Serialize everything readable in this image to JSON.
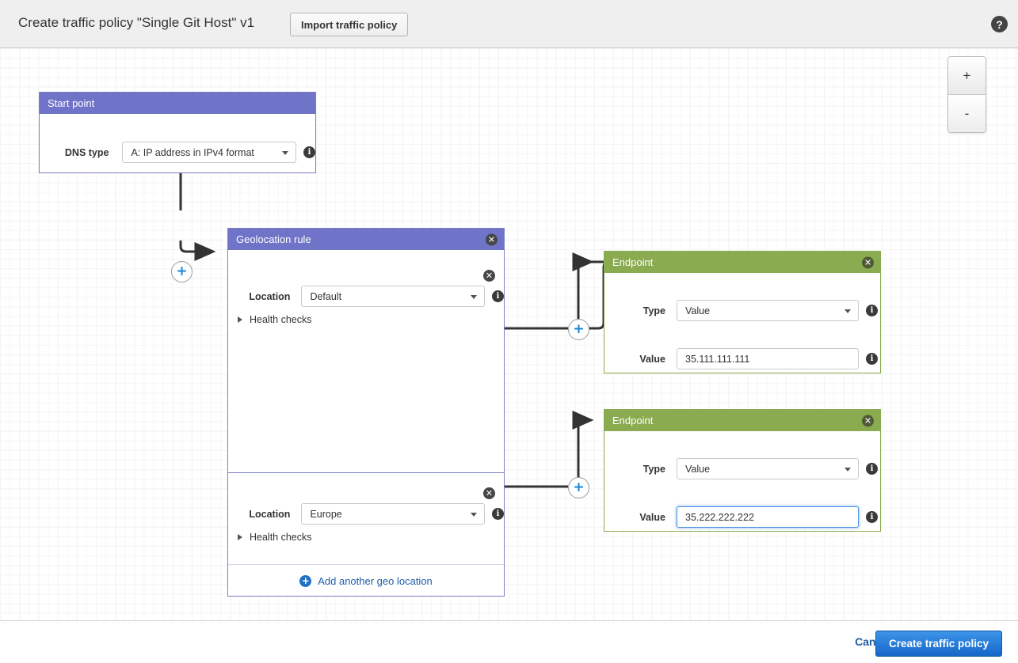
{
  "header": {
    "title": "Create traffic policy \"Single Git Host\" v1",
    "import_button": "Import traffic policy",
    "help_icon": "?"
  },
  "zoom_controls": {
    "zoom_in": "+",
    "zoom_out": "-"
  },
  "start_point": {
    "title": "Start point",
    "dns_type_label": "DNS type",
    "dns_type_value": "A: IP address in IPv4 format"
  },
  "geolocation_rule": {
    "title": "Geolocation rule",
    "close_icon": "✕",
    "rows": [
      {
        "location_label": "Location",
        "location_value": "Default",
        "health_checks_label": "Health checks"
      },
      {
        "location_label": "Location",
        "location_value": "Europe",
        "health_checks_label": "Health checks"
      }
    ],
    "add_another": "Add another geo location"
  },
  "endpoints": [
    {
      "title": "Endpoint",
      "type_label": "Type",
      "type_value": "Value",
      "value_label": "Value",
      "value_value": "35.111.111.111",
      "focused": false
    },
    {
      "title": "Endpoint",
      "type_label": "Type",
      "type_value": "Value",
      "value_label": "Value",
      "value_value": "35.222.222.222",
      "focused": true
    }
  ],
  "connectors": {
    "plus_label": "+"
  },
  "footer": {
    "cancel": "Cancel",
    "submit": "Create traffic policy"
  },
  "colors": {
    "rule_header": "#6f74c8",
    "endpoint_header": "#8aab50",
    "primary_button": "#1667c9",
    "link": "#1f5fa9"
  }
}
